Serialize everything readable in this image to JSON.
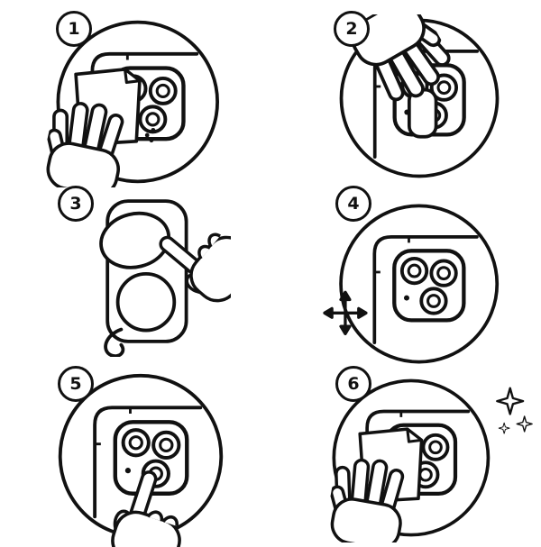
{
  "page": {
    "background_color": "#ffffff",
    "line_color": "#111111",
    "type": "lens-protector-installation-instructions"
  },
  "steps": [
    {
      "number": "1",
      "icon": "hand-wiping-camera-with-cloth-icon"
    },
    {
      "number": "2",
      "icon": "hand-peeling-film-on-camera-icon"
    },
    {
      "number": "3",
      "icon": "hand-placing-protector-on-phone-icon"
    },
    {
      "number": "4",
      "icon": "camera-module-alignment-arrows-icon"
    },
    {
      "number": "5",
      "icon": "finger-pressing-lens-protector-icon"
    },
    {
      "number": "6",
      "icon": "hand-polishing-camera-sparkles-icon"
    }
  ]
}
